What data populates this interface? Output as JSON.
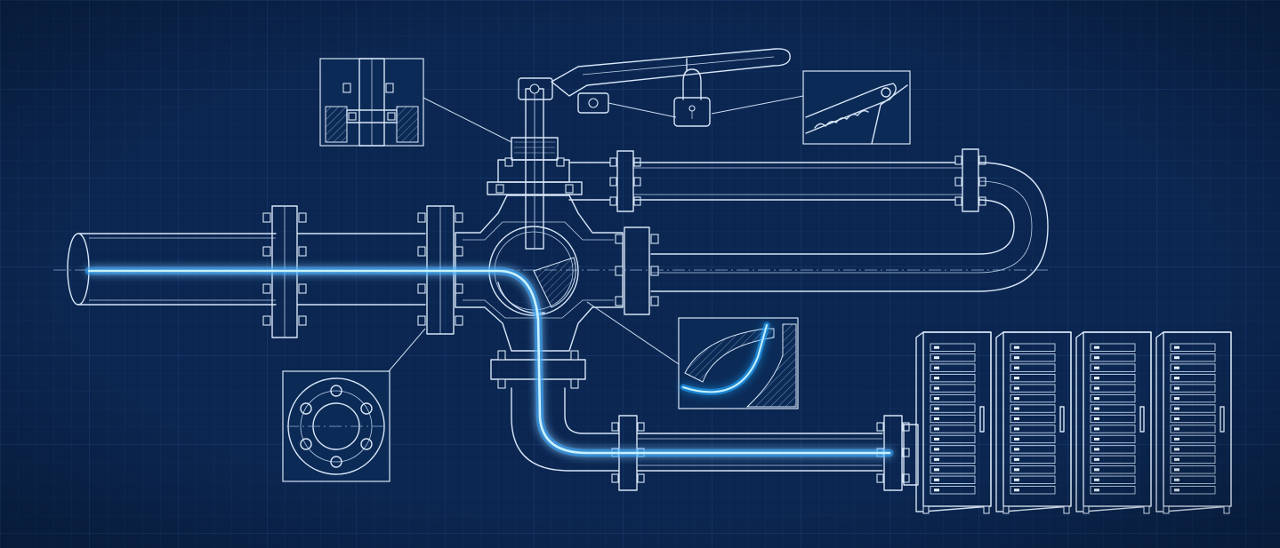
{
  "colors": {
    "background": "#0b2650",
    "line": "#d8e6f7",
    "flow_glow": "#1fa7ff",
    "flow_core": "#c8f1ff"
  },
  "components": [
    "inlet-pipe",
    "three-way-ball-valve",
    "lever-handle",
    "padlock",
    "upper-return-loop",
    "lower-outlet-elbow",
    "server-racks"
  ],
  "detail_callouts": [
    "stem-packing-detail",
    "lock-ratchet-detail",
    "flange-bolt-pattern-detail",
    "ball-seat-detail"
  ],
  "server_racks": {
    "count": 4,
    "units_per_rack": 15
  }
}
